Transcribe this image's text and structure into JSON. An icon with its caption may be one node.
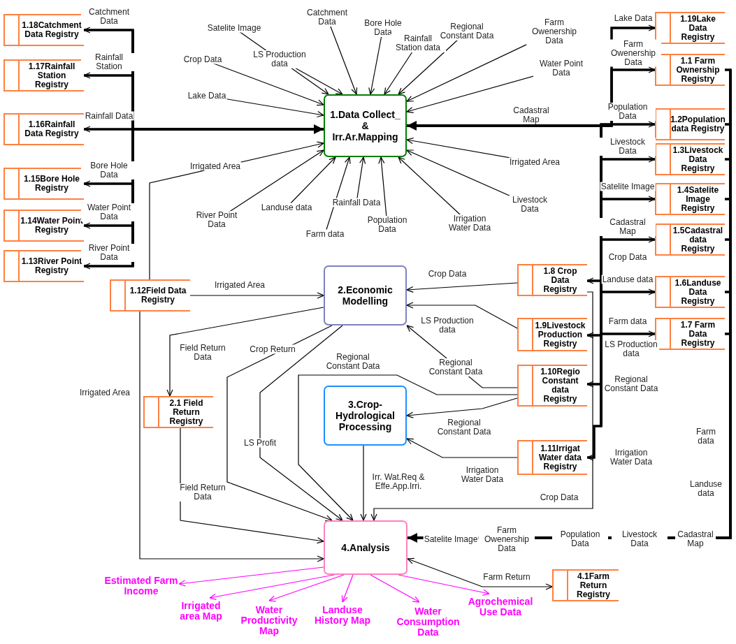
{
  "diagram": {
    "nodes": [
      {
        "text": [
          "1.Data Collect_ & Irr.Ar.Mapping"
        ]
      },
      {
        "text": [
          "2.Economic Modelling"
        ]
      },
      {
        "text": [
          "3.Crop-Hydrological Processing"
        ]
      },
      {
        "text": [
          "4.Analysis"
        ]
      },
      {
        "text": [
          "1.18Catchment Data Registry"
        ]
      },
      {
        "text": [
          "1.17Rainfall Station Registry"
        ]
      },
      {
        "text": [
          "1.16Rainfall Data Registry"
        ]
      },
      {
        "text": [
          "1.15Bore Hole Registry"
        ]
      },
      {
        "text": [
          "1.14Water Point Registry"
        ]
      },
      {
        "text": [
          "1.13River Point Registry"
        ]
      },
      {
        "text": [
          "1.12Field Data Registry"
        ]
      },
      {
        "text": [
          "2.1 Field Return Registry"
        ]
      },
      {
        "text": [
          "1.19Lake Data Registry"
        ]
      },
      {
        "text": [
          "1.1 Farm Ownership Registry"
        ]
      },
      {
        "text": [
          "1.2Population data Registry"
        ]
      },
      {
        "text": [
          "1.3Livestock Data Registry"
        ]
      },
      {
        "text": [
          "1.4Satelite Image Registry"
        ]
      },
      {
        "text": [
          "1.5Cadastral data Registry"
        ]
      },
      {
        "text": [
          "1.6Landuse Data Registry"
        ]
      },
      {
        "text": [
          "1.7 Farm Data Registry"
        ]
      },
      {
        "text": [
          "1.8 Crop Data Registry"
        ]
      },
      {
        "text": [
          "1.9Livestock Production Registry"
        ]
      },
      {
        "text": [
          "1.10Regio Constant data Registry"
        ]
      },
      {
        "text": [
          "1.11Irrigat Water data Registry"
        ]
      },
      {
        "text": [
          "4.1Farm Return Registry"
        ]
      },
      {
        "text": [
          "Estimated Farm Income"
        ]
      },
      {
        "text": [
          "Irrigated area Map"
        ]
      },
      {
        "text": [
          "Water Productivity Map"
        ]
      },
      {
        "text": [
          "Landuse History Map"
        ]
      },
      {
        "text": [
          "Water Consumption Data"
        ]
      },
      {
        "text": [
          "Agrochemical Use Data"
        ]
      }
    ],
    "edges": [
      {
        "from": null,
        "to": 0,
        "arrow": "to",
        "label": "Satelite Image"
      },
      {
        "from": null,
        "to": 0,
        "arrow": "to",
        "label": "LS Production data"
      },
      {
        "from": null,
        "to": 0,
        "arrow": "to",
        "label": "Catchment Data"
      },
      {
        "from": null,
        "to": 0,
        "arrow": "to",
        "label": "Bore Hole Data"
      },
      {
        "from": null,
        "to": 0,
        "arrow": "to",
        "label": "Rainfall Station data"
      },
      {
        "from": null,
        "to": 0,
        "arrow": "to",
        "label": "Regional Constant Data"
      },
      {
        "from": null,
        "to": 0,
        "arrow": "to",
        "label": "Farm Owenership Data"
      },
      {
        "from": null,
        "to": 0,
        "arrow": "to",
        "label": "Water Point Data"
      },
      {
        "from": null,
        "to": 0,
        "arrow": "to",
        "label": "Crop Data"
      },
      {
        "from": null,
        "to": 0,
        "arrow": "to",
        "label": "Lake Data"
      },
      {
        "from": null,
        "to": 0,
        "arrow": "to",
        "label": "Irrigated Area"
      },
      {
        "from": null,
        "to": 0,
        "arrow": "to",
        "label": "Livestock Data"
      },
      {
        "from": null,
        "to": 0,
        "arrow": "to",
        "label": "Irrigation Water Data"
      },
      {
        "from": null,
        "to": 0,
        "arrow": "to",
        "label": "Population Data"
      },
      {
        "from": null,
        "to": 0,
        "arrow": "to",
        "label": "Rainfall Data"
      },
      {
        "from": null,
        "to": 0,
        "arrow": "to",
        "label": "Farm data"
      },
      {
        "from": null,
        "to": 0,
        "arrow": "to",
        "label": "Landuse data"
      },
      {
        "from": null,
        "to": 0,
        "arrow": "to",
        "label": "River Point Data"
      },
      {
        "from": 0,
        "to": 4,
        "arrow": "both",
        "label": "Catchment Data",
        "style": "thick"
      },
      {
        "from": 0,
        "to": 5,
        "arrow": "both",
        "label": "Rainfall Station",
        "style": "thick"
      },
      {
        "from": 0,
        "to": 6,
        "arrow": "both",
        "label": "Rainfall Data",
        "style": "thick"
      },
      {
        "from": 0,
        "to": 7,
        "arrow": "both",
        "label": "Bore Hole Data",
        "style": "thick"
      },
      {
        "from": 0,
        "to": 8,
        "arrow": "both",
        "label": "Water Point Data",
        "style": "thick"
      },
      {
        "from": 0,
        "to": 9,
        "arrow": "both",
        "label": "River Point Data",
        "style": "thick"
      },
      {
        "from": 10,
        "to": 0,
        "arrow": "to",
        "label": "Irrigated Area"
      },
      {
        "from": 0,
        "to": 12,
        "arrow": "both",
        "label": "Lake Data",
        "style": "thick"
      },
      {
        "from": 0,
        "to": 13,
        "arrow": "both",
        "label": "Farm Owenership Data",
        "style": "thick"
      },
      {
        "from": 0,
        "to": 14,
        "arrow": "both",
        "label": "Population Data",
        "style": "thick"
      },
      {
        "from": 0,
        "to": 15,
        "arrow": "both",
        "label": "Livestock Data",
        "style": "thick"
      },
      {
        "from": 0,
        "to": 16,
        "arrow": "both",
        "label": "Satelite Image",
        "style": "thick"
      },
      {
        "from": 0,
        "to": 17,
        "arrow": "both",
        "label": "Cadastral Map",
        "style": "thick"
      },
      {
        "from": 0,
        "to": 20,
        "arrow": "both",
        "label": "Crop Data",
        "style": "thick"
      },
      {
        "from": 0,
        "to": 18,
        "arrow": "both",
        "label": "Landuse data",
        "style": "thick"
      },
      {
        "from": 0,
        "to": 19,
        "arrow": "both",
        "label": "Farm data",
        "style": "thick"
      },
      {
        "from": 0,
        "to": 21,
        "arrow": "both",
        "label": "LS Production data",
        "style": "thick"
      },
      {
        "from": 0,
        "to": 22,
        "arrow": "both",
        "label": "Regional Constant Data",
        "style": "thick"
      },
      {
        "from": 0,
        "to": 23,
        "arrow": "both",
        "label": "Irrigation Water Data",
        "style": "thick"
      },
      {
        "from": 10,
        "to": 1,
        "arrow": "to",
        "label": "Irrigated Area"
      },
      {
        "from": 20,
        "to": 1,
        "arrow": "to",
        "label": "Crop Data"
      },
      {
        "from": 21,
        "to": 1,
        "arrow": "to",
        "label": "LS Production data"
      },
      {
        "from": 22,
        "to": 1,
        "arrow": "to",
        "label": "Regional Constant Data"
      },
      {
        "from": 22,
        "to": 2,
        "arrow": "to",
        "label": "Regional Constant Data"
      },
      {
        "from": 23,
        "to": 2,
        "arrow": "to",
        "label": "Irrigation Water Data"
      },
      {
        "from": 1,
        "to": 11,
        "arrow": "to",
        "label": "Field Return Data"
      },
      {
        "from": 11,
        "to": 3,
        "arrow": "to",
        "label": "Field Return Data"
      },
      {
        "from": 10,
        "to": 3,
        "arrow": "to",
        "label": "Irrigated Area"
      },
      {
        "from": 1,
        "to": 3,
        "arrow": "to",
        "label": "Crop Return"
      },
      {
        "from": 1,
        "to": 3,
        "arrow": "to",
        "label": "LS Profit"
      },
      {
        "from": 22,
        "to": 3,
        "arrow": "to",
        "label": "Regional Constant Data"
      },
      {
        "from": 2,
        "to": 3,
        "arrow": "to",
        "label": "Irr. Wat.Req & Effe.App.Irri."
      },
      {
        "from": 20,
        "to": 3,
        "arrow": "to",
        "label": "Crop Data"
      },
      {
        "from": 16,
        "to": 3,
        "arrow": "to",
        "label": "Satelite Image",
        "style": "thick"
      },
      {
        "from": 13,
        "to": 3,
        "arrow": "to",
        "label": "Farm Owenership Data",
        "style": "thick"
      },
      {
        "from": 14,
        "to": 3,
        "arrow": "to",
        "label": "Population Data",
        "style": "thick"
      },
      {
        "from": 15,
        "to": 3,
        "arrow": "to",
        "label": "Livestock Data",
        "style": "thick"
      },
      {
        "from": 17,
        "to": 3,
        "arrow": "to",
        "label": "Cadastral Map",
        "style": "thick"
      },
      {
        "from": 19,
        "to": 3,
        "arrow": "to",
        "label": "Farm data",
        "style": "thick"
      },
      {
        "from": 18,
        "to": 3,
        "arrow": "to",
        "label": "Landuse data",
        "style": "thick"
      },
      {
        "from": 3,
        "to": 24,
        "arrow": "both",
        "label": "Farm Return"
      },
      {
        "from": 3,
        "to": 25,
        "arrow": "to",
        "color": "#ff00ff"
      },
      {
        "from": 3,
        "to": 26,
        "arrow": "to",
        "color": "#ff00ff"
      },
      {
        "from": 3,
        "to": 27,
        "arrow": "to",
        "color": "#ff00ff"
      },
      {
        "from": 3,
        "to": 28,
        "arrow": "to",
        "color": "#ff00ff"
      },
      {
        "from": 3,
        "to": 29,
        "arrow": "to",
        "color": "#ff00ff"
      },
      {
        "from": 3,
        "to": 30,
        "arrow": "to",
        "color": "#ff00ff"
      }
    ],
    "labels": [
      "Cadastral Map"
    ]
  }
}
